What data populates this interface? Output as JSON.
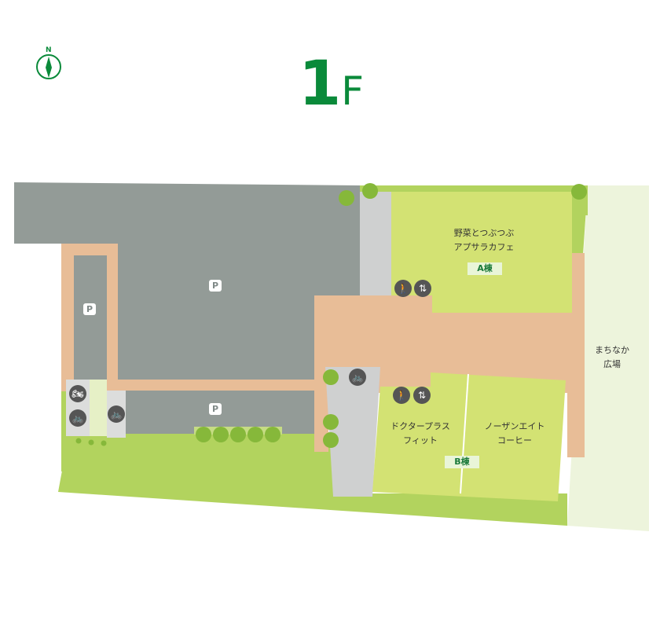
{
  "floor": {
    "number": "1",
    "unit": "F"
  },
  "compass": {
    "label": "N"
  },
  "buildings": {
    "a": {
      "tag": "A棟",
      "tenant_line1": "野菜とつぶつぶ",
      "tenant_line2": "アプサラカフェ"
    },
    "b": {
      "tag": "B棟",
      "tenant1_line1": "ドクタープラス",
      "tenant1_line2": "フィット",
      "tenant2_line1": "ノーザンエイト",
      "tenant2_line2": "コーヒー"
    }
  },
  "plaza": {
    "line1": "まちなか",
    "line2": "広場"
  },
  "parking": {
    "label": "P"
  },
  "icons": {
    "stairs": "stairs-icon",
    "elevator": "elevator-icon",
    "bicycle": "bicycle-icon",
    "motorcycle": "motorcycle-icon"
  },
  "colors": {
    "title": "#0a8a3a",
    "parking": "#939b97",
    "walkway": "#e8bd97",
    "lawn": "#b2d35e",
    "building": "#d3e273",
    "plaza": "#edf4dc",
    "service": "#cfd0d0",
    "tree": "#86b83a",
    "icon": "#555555"
  }
}
